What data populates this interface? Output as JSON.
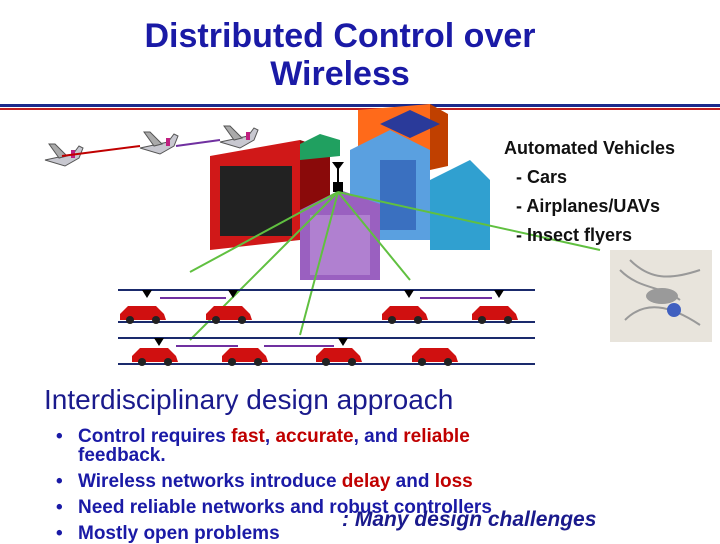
{
  "title": {
    "line1": "Distributed Control over",
    "line2": "Wireless"
  },
  "vehicles": {
    "heading": "Automated Vehicles",
    "items": [
      "- Cars",
      "- Airplanes/UAVs",
      "- Insect flyers"
    ]
  },
  "approach": {
    "heading": "Interdisciplinary design approach",
    "bullet1": {
      "pre": "Control requires ",
      "w1": "fast",
      "sep1": ", ",
      "w2": "accurate",
      "sep2": ", and ",
      "w3": "reliable",
      "cont": "feedback."
    },
    "bullet2": {
      "pre": "Wireless networks introduce ",
      "w1": "delay",
      "mid": " and ",
      "w2": "loss"
    },
    "bullet3": {
      "text": "Need reliable networks and  robust controllers"
    },
    "bullet4": {
      "text": "Mostly open problems"
    },
    "overlay": ": Many design challenges"
  },
  "colors": {
    "title": "#1a1aa6",
    "highlight": "#c00000",
    "rule_blue": "#1a2a8c",
    "rule_red": "#c02020"
  },
  "icons": [
    "airplane-icon",
    "building-icon",
    "antenna-icon",
    "car-icon",
    "insect-robot-icon"
  ]
}
